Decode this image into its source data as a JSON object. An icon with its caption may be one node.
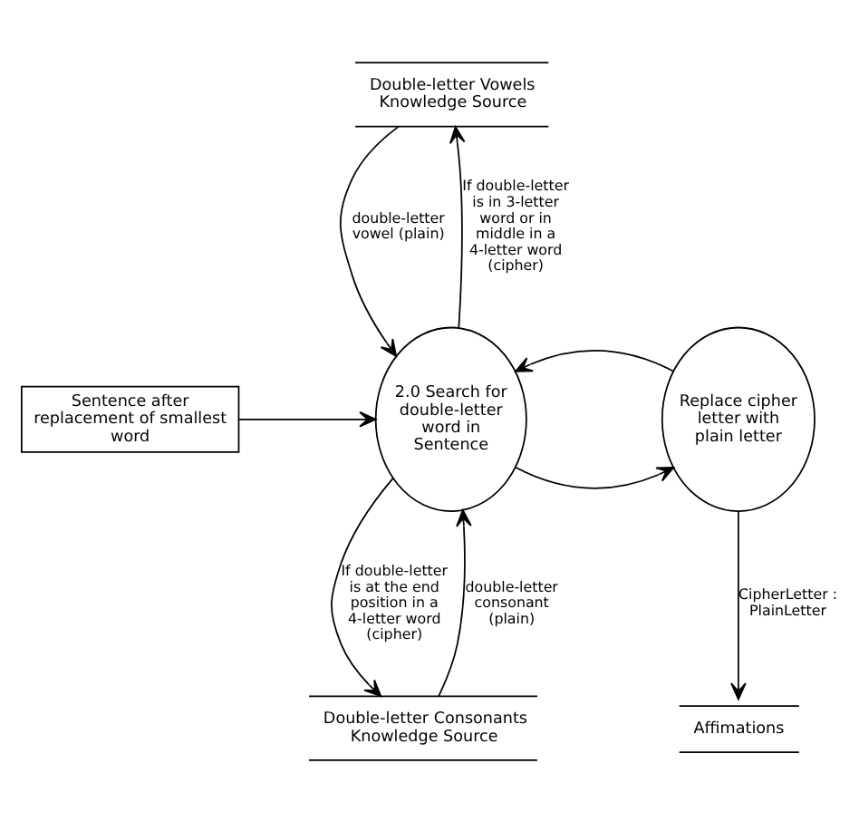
{
  "diagram": {
    "nodes": [
      {
        "text": [
          "Double-letter Vowels Knowledge Source"
        ]
      },
      {
        "text": [
          "Sentence after replacement of smallest word"
        ]
      },
      {
        "text": [
          "2.0 Search for double-letter word in Sentence"
        ]
      },
      {
        "text": [
          "Replace cipher letter with plain letter"
        ]
      },
      {
        "text": [
          "Double-letter Consonants Knowledge Source"
        ]
      },
      {
        "text": [
          "Affimations"
        ]
      }
    ],
    "edges": [
      {
        "from": 2,
        "to": 0,
        "arrow": "to",
        "label": "If double-letter is in 3-letter word or in middle in a 4-letter word (cipher)"
      },
      {
        "from": 0,
        "to": 2,
        "arrow": "to",
        "label": "double-letter vowel (plain)"
      },
      {
        "from": 1,
        "to": 2,
        "arrow": "to"
      },
      {
        "from": 2,
        "to": 3,
        "arrow": "to"
      },
      {
        "from": 3,
        "to": 2,
        "arrow": "to"
      },
      {
        "from": 2,
        "to": 4,
        "arrow": "to",
        "label": "If double-letter is at the end position in a 4-letter word (cipher)"
      },
      {
        "from": 4,
        "to": 2,
        "arrow": "to",
        "label": "double-letter consonant (plain)"
      },
      {
        "from": 3,
        "to": 5,
        "arrow": "to",
        "label": "CipherLetter : PlainLetter"
      }
    ]
  }
}
